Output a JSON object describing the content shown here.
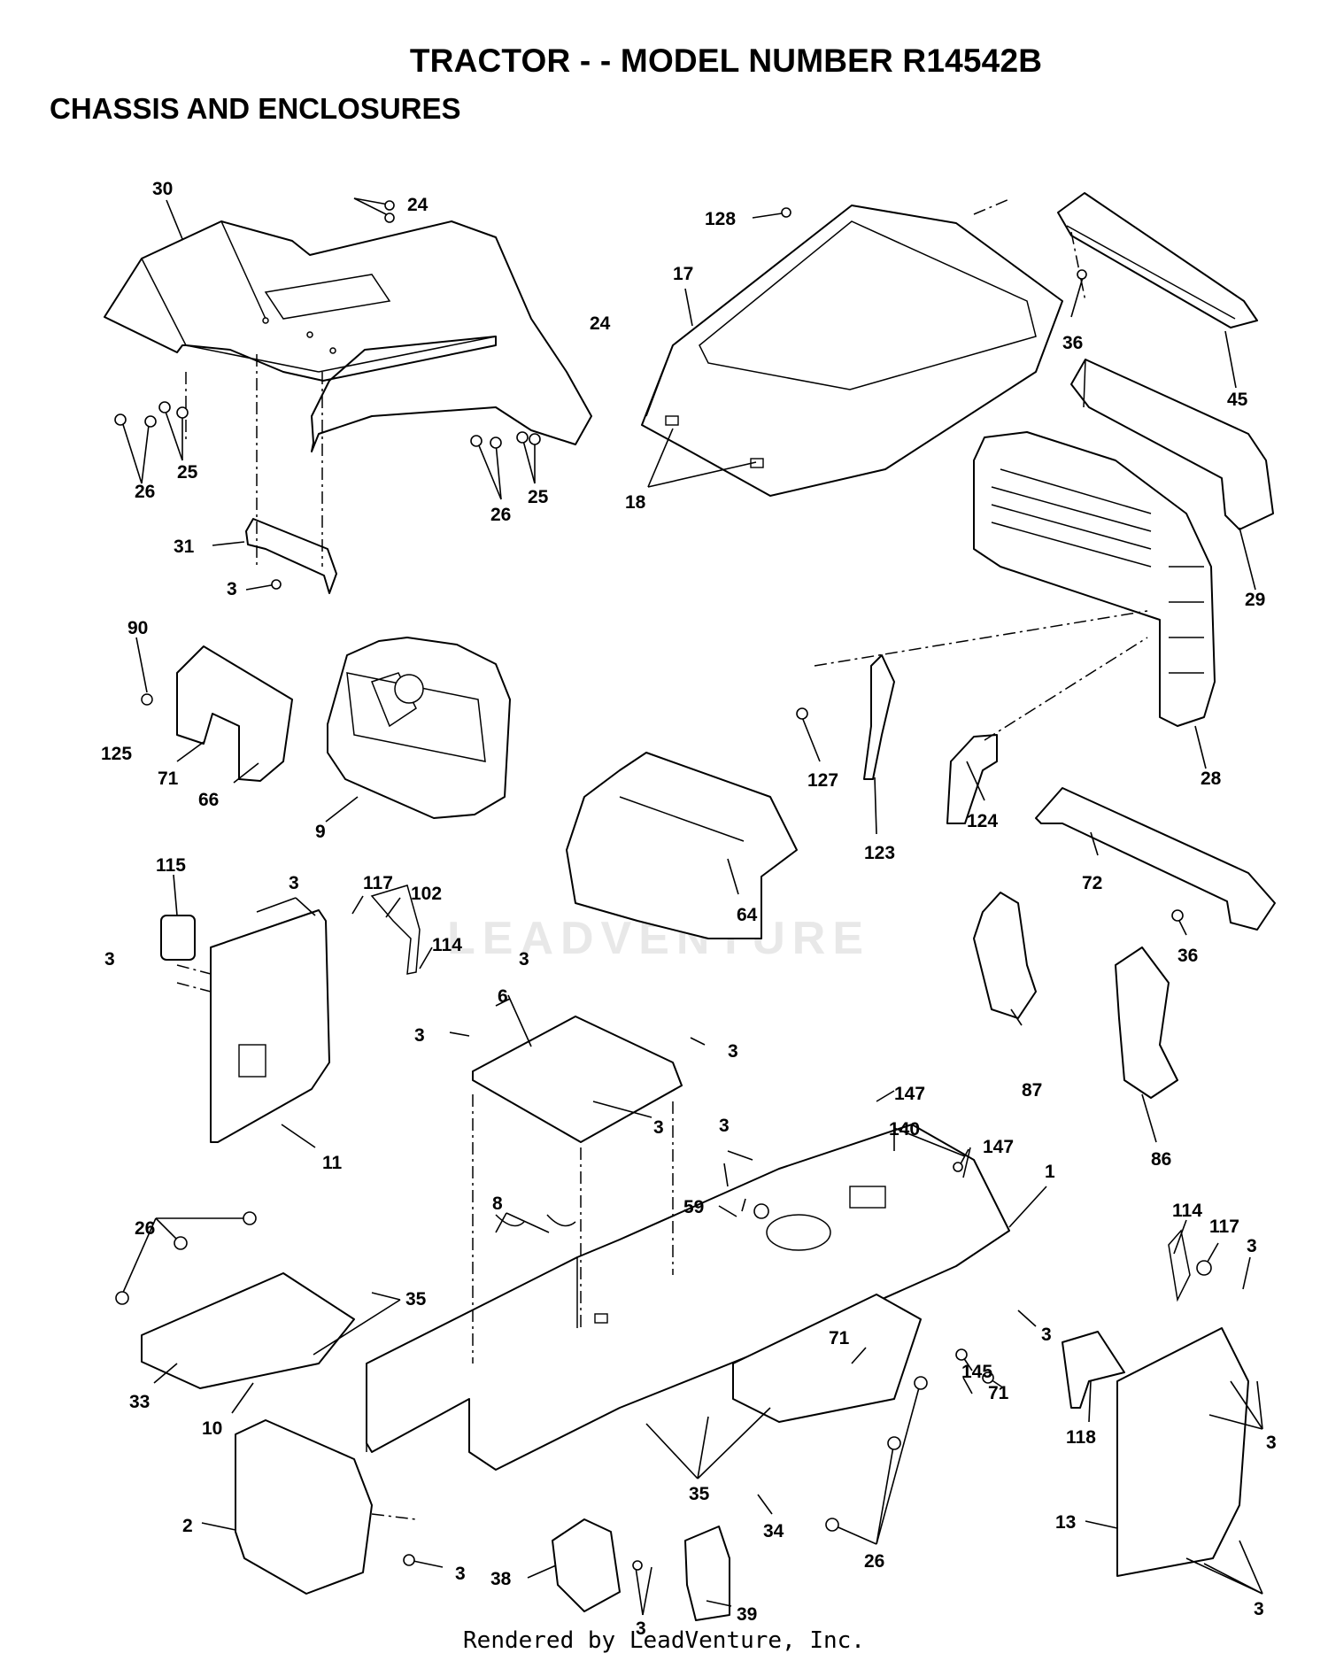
{
  "title": "TRACTOR - - MODEL NUMBER R14542B",
  "subtitle": "CHASSIS AND ENCLOSURES",
  "footer": "Rendered by LeadVenture, Inc.",
  "watermark": "LEADVENTURE",
  "callouts": {
    "c30": "30",
    "c24a": "24",
    "c24b": "24",
    "c128": "128",
    "c17": "17",
    "c36a": "36",
    "c45": "45",
    "c26a": "26",
    "c25a": "25",
    "c26b": "26",
    "c25b": "25",
    "c18": "18",
    "c29": "29",
    "c31": "31",
    "c3a": "3",
    "c90": "90",
    "c125": "125",
    "c71a": "71",
    "c66": "66",
    "c9": "9",
    "c127": "127",
    "c123": "123",
    "c124": "124",
    "c28": "28",
    "c64": "64",
    "c72": "72",
    "c36b": "36",
    "c115": "115",
    "c3b": "3",
    "c117a": "117",
    "c102": "102",
    "c114a": "114",
    "c3c": "3",
    "c3d": "3",
    "c6": "6",
    "c3e": "3",
    "c3f": "3",
    "c3g": "3",
    "c87": "87",
    "c86": "86",
    "c11": "11",
    "c147a": "147",
    "c140": "140",
    "c147b": "147",
    "c3h": "3",
    "c1": "1",
    "c8": "8",
    "c59": "59",
    "c26c": "26",
    "c35a": "35",
    "c114b": "114",
    "c117b": "117",
    "c3i": "3",
    "c3j": "3",
    "c71b": "71",
    "c145": "145",
    "c71c": "71",
    "c118": "118",
    "c3k": "3",
    "c33": "33",
    "c10": "10",
    "c2": "2",
    "c3l": "3",
    "c35b": "35",
    "c34": "34",
    "c13": "13",
    "c38": "38",
    "c3m": "3",
    "c39": "39",
    "c26d": "26",
    "c3n": "3"
  }
}
